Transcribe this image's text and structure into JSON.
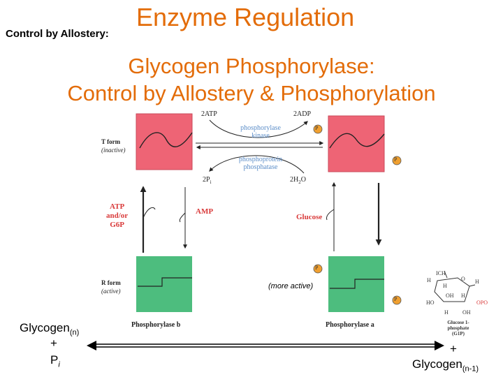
{
  "header": {
    "subtitle_left": "Control by Allostery:",
    "main_title": "Enzyme Regulation"
  },
  "title": {
    "line1": "Glycogen Phosphorylase:",
    "line2": "Control by Allostery & Phosphorylation"
  },
  "diagram": {
    "atp_top": "2ATP",
    "adp_top": "2ADP",
    "kinase_line1": "phosphorylase",
    "kinase_line2": "kinase",
    "phosphatase_line1": "phosphoprotein",
    "phosphatase_line2": "phosphatase",
    "pi_bottom": "2P",
    "pi_sub": "i",
    "h2o_bottom": "2H",
    "h2o_sub": "2",
    "h2o_end": "O",
    "t_form": "T form",
    "t_state": "(inactive)",
    "r_form": "R form",
    "r_state": "(active)",
    "effector_left_1": "ATP",
    "effector_left_2": "and/or",
    "effector_left_3": "G6P",
    "amp": "AMP",
    "glucose": "Glucose",
    "more_active": "(more active)",
    "phosphorylase_b": "Phosphorylase b",
    "phosphorylase_a": "Phosphorylase a",
    "p_label": "P",
    "glc_label_1": "Glucose 1-",
    "glc_label_2": "phosphate",
    "glc_label_3": "(G1P)"
  },
  "reaction": {
    "left_1": "Glycogen",
    "left_1_sub": "(n)",
    "left_plus": "+",
    "left_2": "P",
    "left_2_sub": "i",
    "right_plus": "+",
    "right_1": "Glycogen",
    "right_1_sub": "(n-1)"
  },
  "colors": {
    "title": "#E36C09",
    "t_form_fill": "#EE6475",
    "r_form_fill": "#4DBD7E",
    "phosphate": "#F0A030",
    "enzyme_label": "#5B8DC8",
    "effector": "#D93A3A"
  }
}
